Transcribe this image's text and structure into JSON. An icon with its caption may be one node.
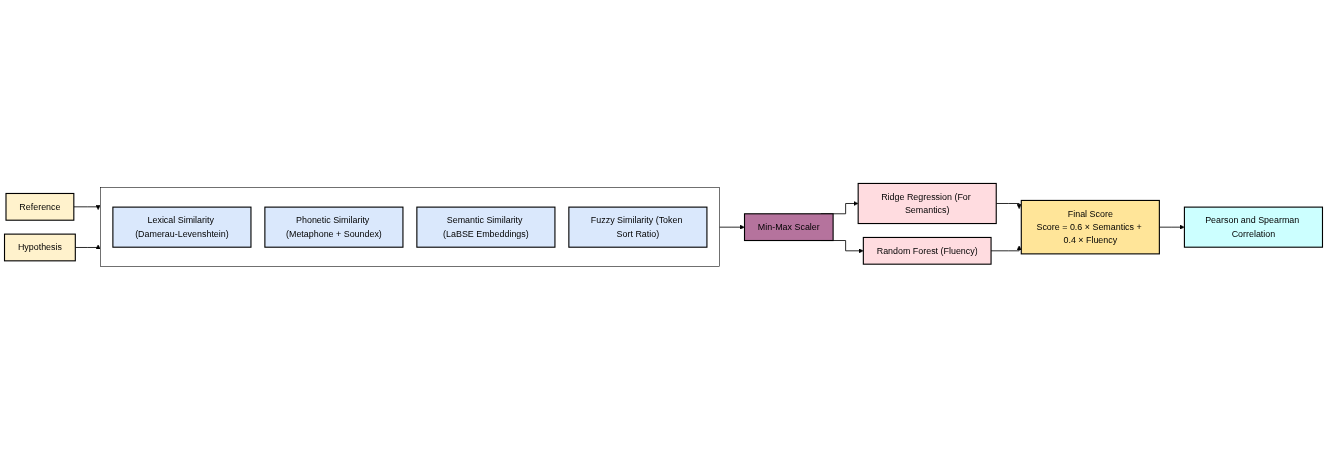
{
  "diagram": {
    "nodes": [
      {
        "text": [
          "Reference"
        ]
      },
      {
        "text": [
          "Hypothesis"
        ]
      },
      {
        "text": [],
        "shape": "box"
      },
      {
        "text": [
          "Lexical Similarity (Damerau-Levenshtein)"
        ],
        "in": 2
      },
      {
        "text": [
          "Phonetic Similarity (Metaphone + Soundex)"
        ],
        "in": 2
      },
      {
        "text": [
          "Semantic Similarity (LaBSE Embeddings)"
        ],
        "in": 2
      },
      {
        "text": [
          "Fuzzy Similarity (Token Sort Ratio)"
        ],
        "in": 2
      },
      {
        "text": [
          "Min-Max Scaler"
        ]
      },
      {
        "text": [
          "Ridge Regression (For Semantics)"
        ]
      },
      {
        "text": [
          "Random Forest (Fluency)"
        ]
      },
      {
        "text": [
          "Final Score",
          "Score = 0.6 × Semantics + 0.4 × Fluency"
        ]
      },
      {
        "text": [
          "Pearson and Spearman Correlation"
        ]
      }
    ],
    "edges": [
      {
        "from": 0,
        "to": 2,
        "arrow": "to"
      },
      {
        "from": 1,
        "to": 2,
        "arrow": "to"
      },
      {
        "from": 2,
        "to": 7,
        "arrow": "to"
      },
      {
        "from": 7,
        "to": 8,
        "arrow": "to"
      },
      {
        "from": 7,
        "to": 9,
        "arrow": "to"
      },
      {
        "from": 8,
        "to": 10,
        "arrow": "to"
      },
      {
        "from": 9,
        "to": 10,
        "arrow": "to"
      },
      {
        "from": 10,
        "to": 11,
        "arrow": "to"
      }
    ]
  }
}
